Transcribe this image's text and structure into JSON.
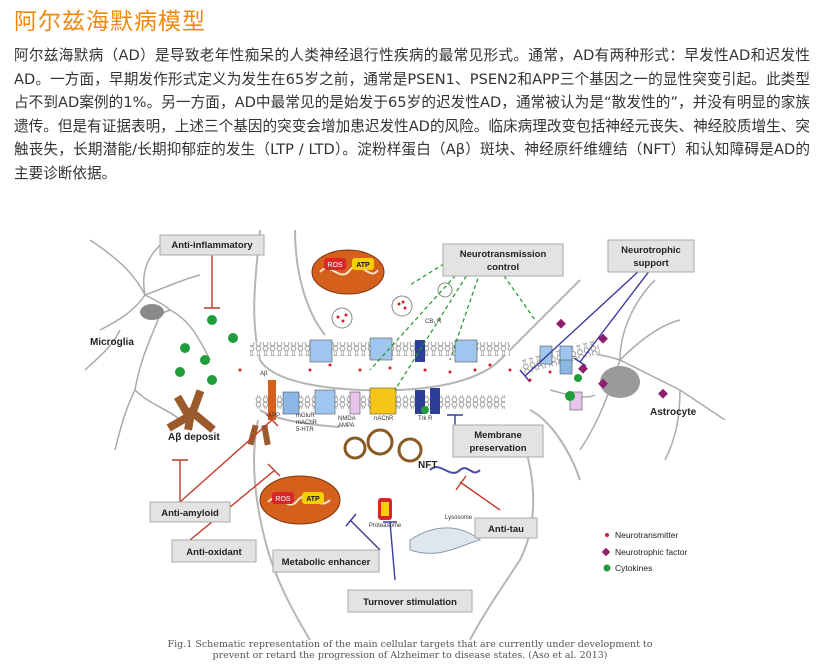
{
  "page": {
    "title": "阿尔兹海默病模型",
    "paragraph": "阿尔兹海默病（AD）是导致老年性痴呆的人类神经退行性疾病的最常见形式。通常，AD有两种形式：早发性AD和迟发性AD。一方面，早期发作形式定义为发生在65岁之前，通常是PSEN1、PSEN2和APP三个基因之一的显性突变引起。此类型占不到AD案例的1%。另一方面，AD中最常见的是始发于65岁的迟发性AD，通常被认为是“散发性的”，并没有明显的家族遗传。但是有证据表明，上述三个基因的突变会增加患迟发性AD的风险。临床病理改变包括神经元丧失、神经胶质增生、突触丧失，长期潜能/长期抑郁症的发生（LTP / LTD）。淀粉样蛋白（Aβ）斑块、神经原纤维缠结（NFT）和认知障碍是AD的主要诊断依据。",
    "caption_line1": "Fig.1 Schematic representation of the main cellular targets that are currently under development to",
    "caption_line2": "prevent or retard the progression of Alzheimer to disease states. (Aso et al. 2013)"
  },
  "figure": {
    "boxes": {
      "anti_inflammatory": "Anti-inflammatory",
      "neurotransmission_1": "Neurotransmission",
      "neurotransmission_2": "control",
      "neurotrophic_1": "Neurotrophic",
      "neurotrophic_2": "support",
      "membrane_1": "Membrane",
      "membrane_2": "preservation",
      "anti_amyloid": "Anti-amyloid",
      "anti_oxidant": "Anti-oxidant",
      "metabolic": "Metabolic enhancer",
      "anti_tau": "Anti-tau",
      "turnover": "Turnover stimulation"
    },
    "labels": {
      "microglia": "Microglia",
      "astrocyte": "Astrocyte",
      "ab_deposit": "Aβ deposit",
      "nft": "NFT",
      "proteasome": "Proteasome",
      "lysosome": "Lysosome",
      "cb_r": "CB₁ R",
      "app": "APP",
      "mglur_1": "mGluR",
      "mglur_2": "mAChR",
      "mglur_3": "5-HTR",
      "nmda_1": "NMDA",
      "nmda_2": "AMPA",
      "nachr": "nAChR",
      "trkr": "Trk R",
      "ab": "Aβ",
      "ros": "ROS",
      "atp": "ATP"
    },
    "legend": {
      "neurotransmitter": "Neurotransmitter",
      "neurotrophic_factor": "Neurotrophic factor",
      "cytokines": "Cytokines"
    },
    "colors": {
      "inhibit_red": "#c43a2a",
      "inhibit_blue": "#3a3aa0",
      "dashed_green": "#2e9b35",
      "mito_orange": "#d4601c",
      "tangle_brown": "#8a5a24",
      "cytokine_green": "#1f9d3a",
      "neurotrophic_purple": "#8e1f6e",
      "transmitter_red": "#d4202a",
      "title_orange": "#ef8a10"
    }
  }
}
